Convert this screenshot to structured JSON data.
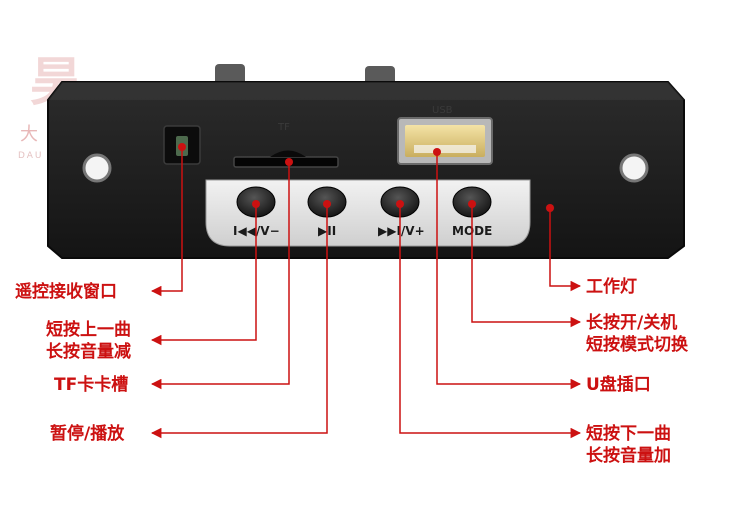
{
  "watermark": {
    "cn": "大昊科技",
    "en": "DAU TEC"
  },
  "panel": {
    "silk_tf": "TF",
    "silk_usb": "USB",
    "buttons": [
      {
        "label": "I◀◀/V−"
      },
      {
        "label": "▶II"
      },
      {
        "label": "▶▶I/V+"
      },
      {
        "label": "MODE"
      }
    ]
  },
  "callouts": {
    "ir_receiver": "遥控接收窗口",
    "prev_line1": "短按上一曲",
    "prev_line2": "长按音量减",
    "tf_slot": "TF卡卡槽",
    "play_pause": "暂停/播放",
    "work_led": "工作灯",
    "mode_line1": "长按开/关机",
    "mode_line2": "短按模式切换",
    "usb_port": "U盘插口",
    "next_line1": "短按下一曲",
    "next_line2": "长按音量加"
  },
  "colors": {
    "accent": "#cc1111",
    "panel": "#1e1e1e",
    "face": "#e4e4e4"
  }
}
